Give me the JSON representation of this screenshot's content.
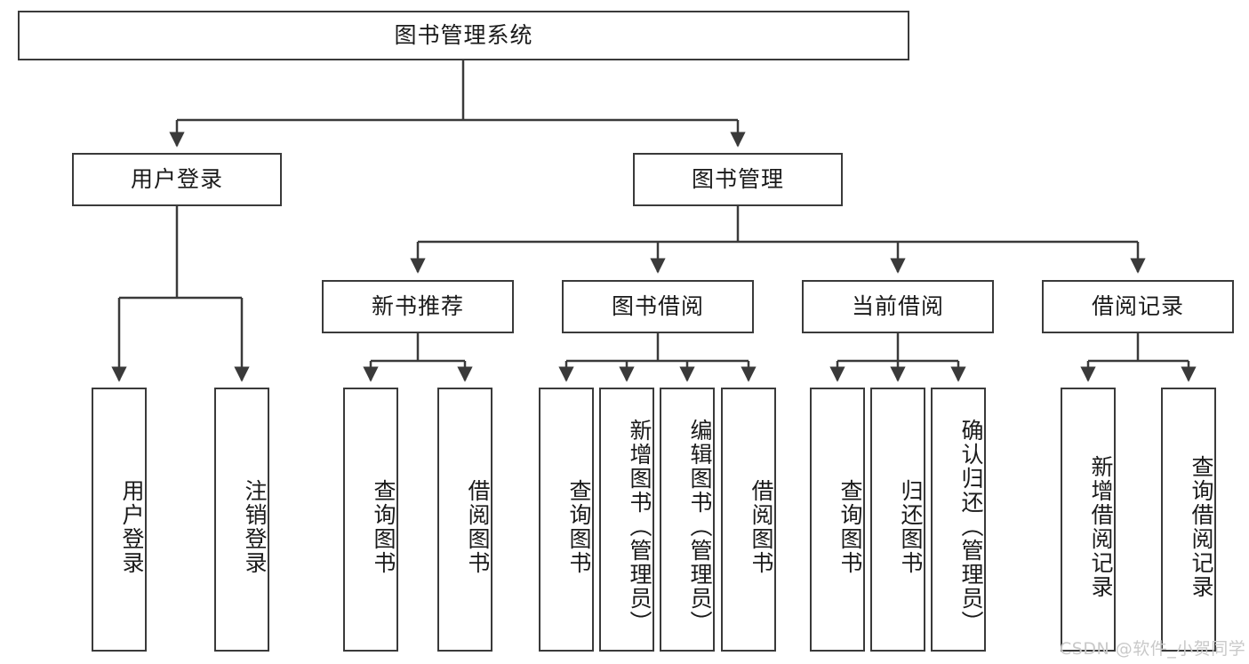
{
  "diagram": {
    "title": "图书管理系统",
    "type": "tree-hierarchy-chart",
    "colors": {
      "box_border": "#3a3a3a",
      "box_fill": "#ffffff",
      "connector": "#3a3a3a",
      "text": "#1a1a1a",
      "watermark": "#c9c9c9"
    },
    "root": {
      "id": "root",
      "label": "图书管理系统"
    },
    "level2": [
      {
        "id": "user-login",
        "label": "用户登录"
      },
      {
        "id": "book-manage",
        "label": "图书管理"
      }
    ],
    "level3": [
      {
        "id": "new-book-rec",
        "label": "新书推荐",
        "parent": "book-manage"
      },
      {
        "id": "book-borrow",
        "label": "图书借阅",
        "parent": "book-manage"
      },
      {
        "id": "current-borrow",
        "label": "当前借阅",
        "parent": "book-manage"
      },
      {
        "id": "borrow-record",
        "label": "借阅记录",
        "parent": "book-manage"
      }
    ],
    "leaves": [
      {
        "id": "leaf-user-login",
        "label": "用户登录",
        "parent": "user-login"
      },
      {
        "id": "leaf-logout",
        "label": "注销登录",
        "parent": "user-login"
      },
      {
        "id": "leaf-query-book-1",
        "label": "查询图书",
        "parent": "new-book-rec"
      },
      {
        "id": "leaf-borrow-book-1",
        "label": "借阅图书",
        "parent": "new-book-rec"
      },
      {
        "id": "leaf-query-book-2",
        "label": "查询图书",
        "parent": "book-borrow"
      },
      {
        "id": "leaf-add-book",
        "label": "新增图书（管理员）",
        "parent": "book-borrow"
      },
      {
        "id": "leaf-edit-book",
        "label": "编辑图书（管理员）",
        "parent": "book-borrow"
      },
      {
        "id": "leaf-borrow-book-2",
        "label": "借阅图书",
        "parent": "book-borrow"
      },
      {
        "id": "leaf-query-book-3",
        "label": "查询图书",
        "parent": "current-borrow"
      },
      {
        "id": "leaf-return-book",
        "label": "归还图书",
        "parent": "current-borrow"
      },
      {
        "id": "leaf-confirm-return",
        "label": "确认归还（管理员）",
        "parent": "current-borrow"
      },
      {
        "id": "leaf-add-record",
        "label": "新增借阅记录",
        "parent": "borrow-record"
      },
      {
        "id": "leaf-query-record",
        "label": "查询借阅记录",
        "parent": "borrow-record"
      }
    ],
    "watermark": "CSDN @软件_小贺同学"
  }
}
